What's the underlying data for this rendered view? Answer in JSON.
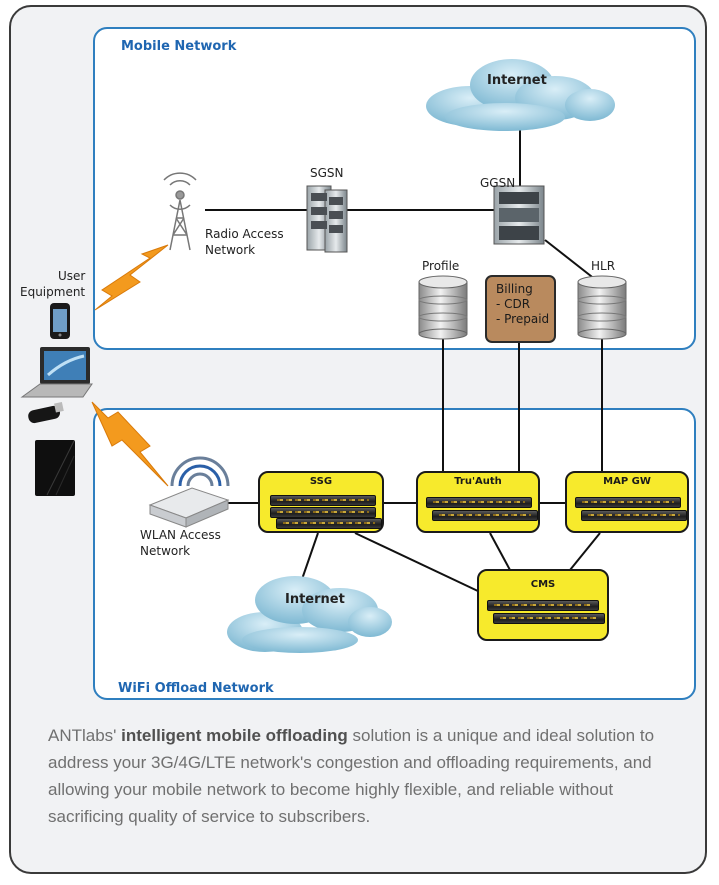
{
  "mobile_network": {
    "title": "Mobile Network"
  },
  "wifi_network": {
    "title": "WiFi Offload Network"
  },
  "labels": {
    "sgsn": "SGSN",
    "ggsn": "GGSN",
    "radio_access_line1": "Radio Access",
    "radio_access_line2": "Network",
    "user_equipment_line1": "User",
    "user_equipment_line2": "Equipment",
    "profile": "Profile",
    "hlr": "HLR",
    "wlan_line1": "WLAN Access",
    "wlan_line2": "Network",
    "internet_top": "Internet",
    "internet_bottom": "Internet"
  },
  "billing": {
    "title": "Billing",
    "item1": "- CDR",
    "item2": "- Prepaid"
  },
  "nodes": {
    "ssg": "SSG",
    "truauth": "Tru'Auth",
    "mapgw": "MAP GW",
    "cms": "CMS"
  },
  "description": {
    "prefix": "ANTlabs' ",
    "highlight": "intelligent mobile offloading",
    "suffix": " solution is a unique and ideal solution to address your 3G/4G/LTE network's congestion and offloading requirements, and allowing your mobile network to become highly flexible, and reliable without sacrificing quality of service to subscribers."
  },
  "colors": {
    "network_border": "#2f7fbf",
    "network_title": "#1f66b1",
    "node_fill": "#f7ea2c",
    "billing_fill": "#b98a5e",
    "lightning": "#f39a1e"
  }
}
